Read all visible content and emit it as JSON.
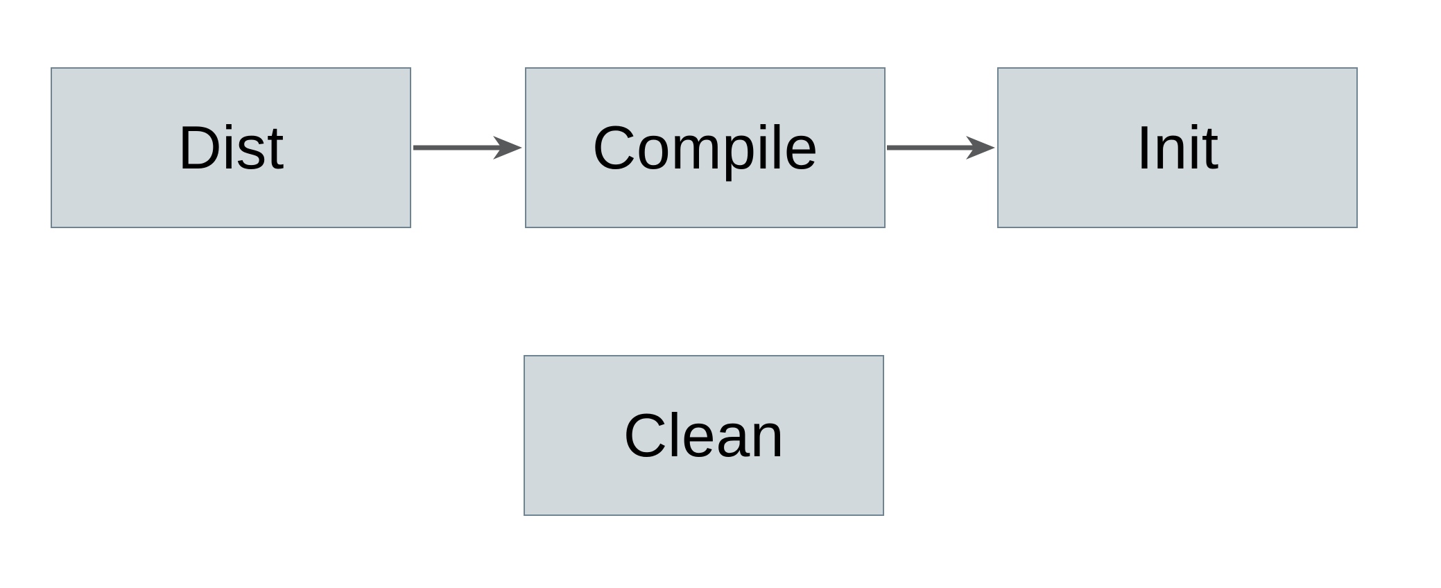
{
  "diagram": {
    "type": "flowchart",
    "nodes": [
      {
        "id": "dist",
        "label": "Dist"
      },
      {
        "id": "compile",
        "label": "Compile"
      },
      {
        "id": "init",
        "label": "Init"
      },
      {
        "id": "clean",
        "label": "Clean"
      }
    ],
    "edges": [
      {
        "from": "dist",
        "to": "compile",
        "direction": "right"
      },
      {
        "from": "compile",
        "to": "init",
        "direction": "right"
      }
    ]
  },
  "colors": {
    "background": "#ffffff",
    "node_fill": "#d2d9dc",
    "node_border": "#6e8493",
    "arrow": "#58595b",
    "text": "#000000"
  }
}
